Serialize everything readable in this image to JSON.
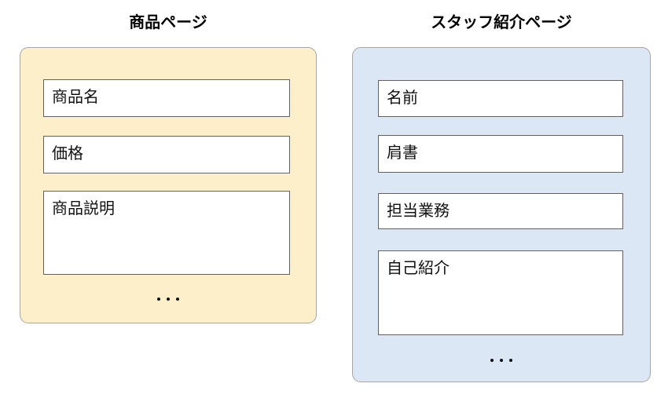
{
  "panels": [
    {
      "title": "商品ページ",
      "fields": [
        "商品名",
        "価格",
        "商品説明"
      ],
      "more_icon": "ellipsis-dots",
      "bg_color": "#FCEFC9"
    },
    {
      "title": "スタッフ紹介ページ",
      "fields": [
        "名前",
        "肩書",
        "担当業務",
        "自己紹介"
      ],
      "more_icon": "ellipsis-dots",
      "bg_color": "#DBE7F4"
    }
  ],
  "colors": {
    "left_panel_bg": "#FCEFC9",
    "right_panel_bg": "#DBE7F4",
    "panel_border": "#A6A6A6",
    "field_border": "#616161",
    "text": "#000000"
  }
}
